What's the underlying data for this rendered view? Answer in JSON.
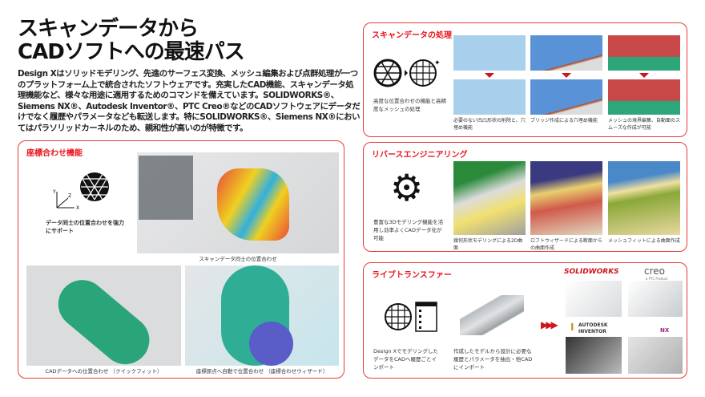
{
  "header": {
    "title_line1": "スキャンデータから",
    "title_line2": "CADソフトへの最速パス",
    "intro": "Design Xはソリッドモデリング、先進のサーフェス変換、メッシュ編集および点群処理が一つのプラットフォーム上で統合されたソフトウェアです。充実したCAD機能、スキャンデータ処理機能など、様々な用途に適用するためのコマンドを備えています。SOLIDWORKS®、Siemens NX®、Autodesk Inventor®、PTC Creo®などのCADソフトウェアにデータだけでなく履歴やパラメータなども転送します。特にSOLIDWORKS®、Siemens NX®においてはパラソリッドカーネルのため、親和性が高いのが特徴です。"
  },
  "alignment": {
    "title": "座標合わせ機能",
    "desc": "データ同士の位置合わせを強力にサポート",
    "axes": {
      "x": "X",
      "y": "Y",
      "z": "Z"
    },
    "captions": [
      "スキャンデータ同士の位置合わせ",
      "CADデータへの位置合わせ （クイックフィット）",
      "座標原点へ自動で位置合わせ （座標合わせウィザード）"
    ]
  },
  "scan": {
    "title": "スキャンデータの処理",
    "desc": "高度な位置合わせの機能と高精度なメッシュの処理",
    "captions": [
      "必要のない凹凸形状の削除と、穴埋め機能",
      "ブリッジ作成による穴埋め機能",
      "メッシュの境界編集、自動面のスムーズな作成が可能"
    ]
  },
  "reverse": {
    "title": "リバースエンジニアリング",
    "desc": "豊富な3Dモデリング機能を活用し効率よくCADデータ化が可能",
    "captions": [
      "幾何形状モデリングによる2D曲面",
      "ロフトウィザードによる断面からの曲面作成",
      "メッシュフィットによる曲面作成"
    ]
  },
  "live": {
    "title": "ライブトランスファー",
    "desc1": "Design XでモデリングしたデータをCADへ履歴ごとインポート",
    "desc2": "作成したモデルから設計に必要な履歴とパラメータを抽出・他CADにインポート",
    "logos": {
      "solidworks": "SOLIDWORKS",
      "creo": "creo",
      "creo_sub": "a PTC Product",
      "autodesk": "AUTODESK",
      "inventor": "INVENTOR",
      "nx": "NX"
    }
  },
  "colors": {
    "accent": "#e8141e",
    "border": "#e83a3a"
  }
}
